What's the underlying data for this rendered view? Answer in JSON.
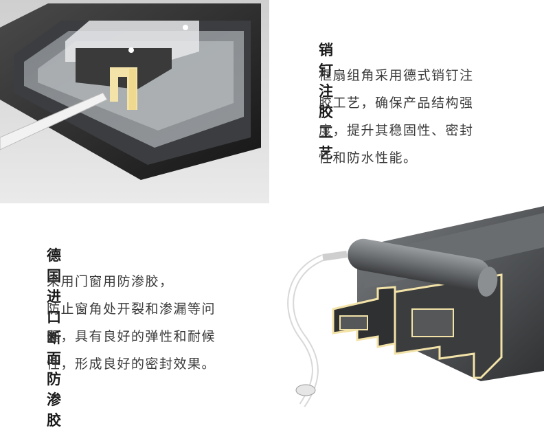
{
  "section1": {
    "title": "销钉注胶工艺",
    "lines": [
      "框扇组角采用德式销钉注",
      "胶工艺，确保产品结构强",
      "度，提升其稳固性、密封",
      "性和防水性能。"
    ],
    "image_alt": "corner joint with pin glue injection"
  },
  "section2": {
    "title": "德国进口断面防渗胶",
    "lines": [
      "采用门窗用防渗胶，",
      "防止窗角处开裂和渗漏等问",
      "题，具有良好的弹性和耐候",
      "性，形成良好的密封效果。"
    ],
    "image_alt": "profile cross-section with sealant tube"
  },
  "colors": {
    "frame_dark": "#2b2b2b",
    "insert_yellow": "#f3e3a8",
    "profile_gray": "#5a5d60"
  }
}
